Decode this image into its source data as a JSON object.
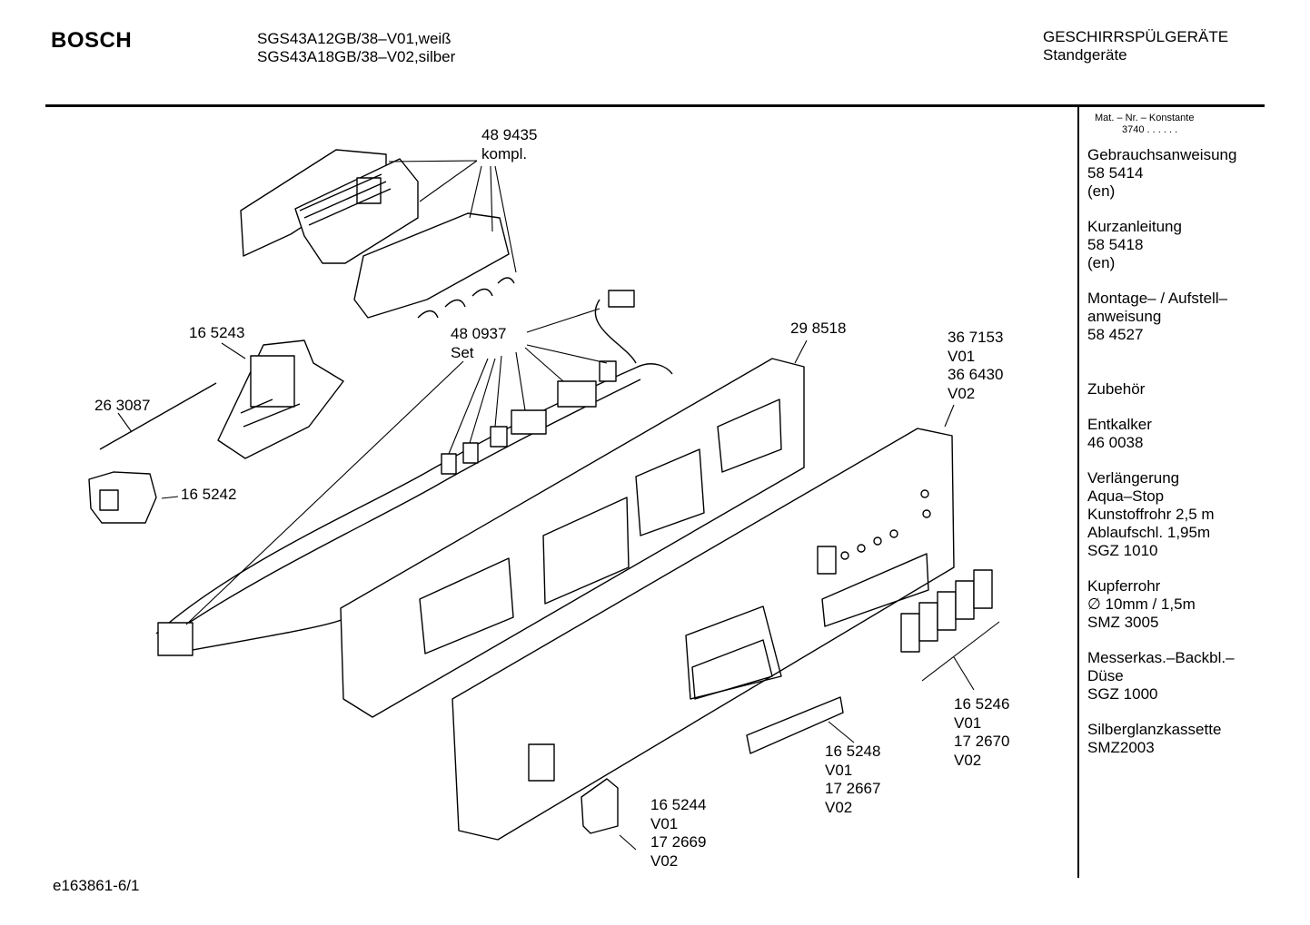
{
  "header": {
    "brand": "BOSCH",
    "model_line_1": "SGS43A12GB/38–V01,weiß",
    "model_line_2": "SGS43A18GB/38–V02,silber",
    "category": "GESCHIRRSPÜLGERÄTE",
    "subcategory": "Standgeräte"
  },
  "sidebar": {
    "mat_label": "Mat. – Nr. – Konstante",
    "mat_value": "3740 . . . . . .",
    "groups": [
      {
        "lines": [
          "Gebrauchsanweisung",
          "58 5414",
          "(en)"
        ]
      },
      {
        "lines": [
          "Kurzanleitung",
          "58 5418",
          "(en)"
        ]
      },
      {
        "lines": [
          "Montage– / Aufstell–",
          "anweisung",
          "58 4527"
        ]
      },
      {
        "lines": [
          "Zubehör"
        ]
      },
      {
        "lines": [
          "Entkalker",
          "46 0038"
        ]
      },
      {
        "lines": [
          "Verlängerung",
          "Aqua–Stop",
          "Kunstoffrohr 2,5 m",
          "Ablaufschl. 1,95m",
          "SGZ 1010"
        ]
      },
      {
        "lines": [
          "Kupferrohr",
          "∅ 10mm / 1,5m",
          "SMZ 3005"
        ]
      },
      {
        "lines": [
          "Messerkas.–Backbl.–",
          "Düse",
          "SGZ 1000"
        ]
      },
      {
        "lines": [
          "Silberglanzkassette",
          "SMZ2003"
        ]
      }
    ]
  },
  "callouts": {
    "c489435": [
      "48 9435",
      "kompl."
    ],
    "c165243": [
      "16 5243"
    ],
    "c263087": [
      "26 3087"
    ],
    "c165242": [
      "16 5242"
    ],
    "c480937": [
      "48 0937",
      "Set"
    ],
    "c298518": [
      "29 8518"
    ],
    "c367153": [
      "36 7153",
      "V01",
      "36 6430",
      "V02"
    ],
    "c165246": [
      "16 5246",
      "V01",
      "17 2670",
      "V02"
    ],
    "c165248": [
      "16 5248",
      "V01",
      "17 2667",
      "V02"
    ],
    "c165244": [
      "16 5244",
      "V01",
      "17 2669",
      "V02"
    ]
  },
  "footer": {
    "code": "e163861-6/1"
  }
}
